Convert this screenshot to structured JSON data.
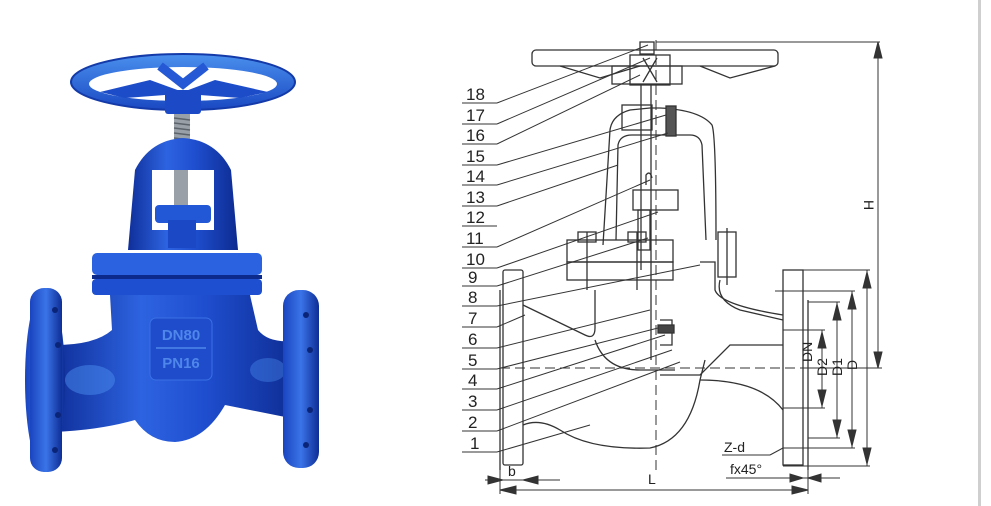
{
  "photo": {
    "subject": "flanged globe valve, blue painted",
    "body_marking_line1": "DN80",
    "body_marking_line2": "PN16",
    "colors": {
      "body": "#1f4fd0",
      "highlight": "#4b8fee",
      "shadow": "#0c2a8c",
      "stem": "#9aa0a8"
    }
  },
  "drawing": {
    "part_labels": [
      "18",
      "17",
      "16",
      "15",
      "14",
      "13",
      "12",
      "11",
      "10",
      "9",
      "8",
      "7",
      "6",
      "5",
      "4",
      "3",
      "2",
      "1"
    ],
    "dimensions": {
      "height": "H",
      "length": "L",
      "flange_thickness": "b",
      "nominal_diameter": "DN",
      "raised_face_diameter": "D2",
      "bolt_circle_diameter": "D1",
      "flange_outer_diameter": "D",
      "bolt_holes": "Z-d",
      "chamfer": "fx45°"
    },
    "line_color": "#333333"
  }
}
